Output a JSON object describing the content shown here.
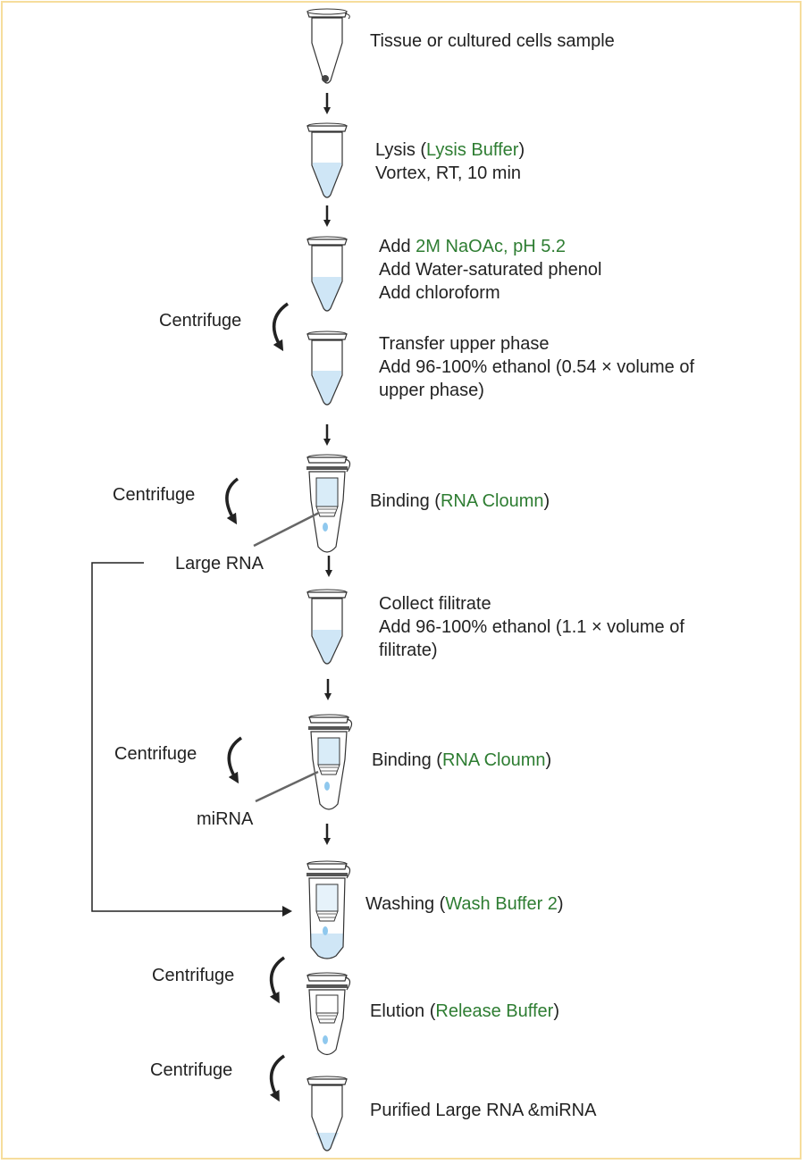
{
  "colors": {
    "border": "#f6dd9c",
    "accent_text": "#2e7d32",
    "liquid": "#cfe6f6",
    "droplet": "#8fc8ee",
    "text": "#222222"
  },
  "steps": {
    "s1": {
      "line1": "Tissue or cultured cells sample"
    },
    "s2": {
      "pre": "Lysis (",
      "reagent": "Lysis Buffer",
      "post": ")",
      "line2": "Vortex, RT, 10 min"
    },
    "s3": {
      "pre": "Add ",
      "reagent": "2M NaOAc, pH 5.2",
      "line2": "Add Water-saturated phenol",
      "line3": "Add chloroform"
    },
    "s4": {
      "line1": "Transfer upper phase",
      "line2": "Add 96-100% ethanol (0.54 × volume of",
      "line3": "upper phase)"
    },
    "s5": {
      "pre": "Binding (",
      "reagent": "RNA Cloumn",
      "post": ")"
    },
    "s6": {
      "line1": "Collect filitrate",
      "line2": "Add 96-100% ethanol (1.1 × volume of",
      "line3": "filitrate)"
    },
    "s7": {
      "pre": "Binding (",
      "reagent": "RNA Cloumn",
      "post": ")"
    },
    "s8": {
      "pre": "Washing (",
      "reagent": "Wash Buffer 2",
      "post": ")"
    },
    "s9": {
      "pre": "Elution (",
      "reagent": "Release Buffer",
      "post": ")"
    },
    "s10": {
      "line1": "Purified Large RNA &miRNA"
    }
  },
  "side_labels": {
    "centrifuge": "Centrifuge",
    "large_rna": "Large RNA",
    "mirna": "miRNA"
  }
}
